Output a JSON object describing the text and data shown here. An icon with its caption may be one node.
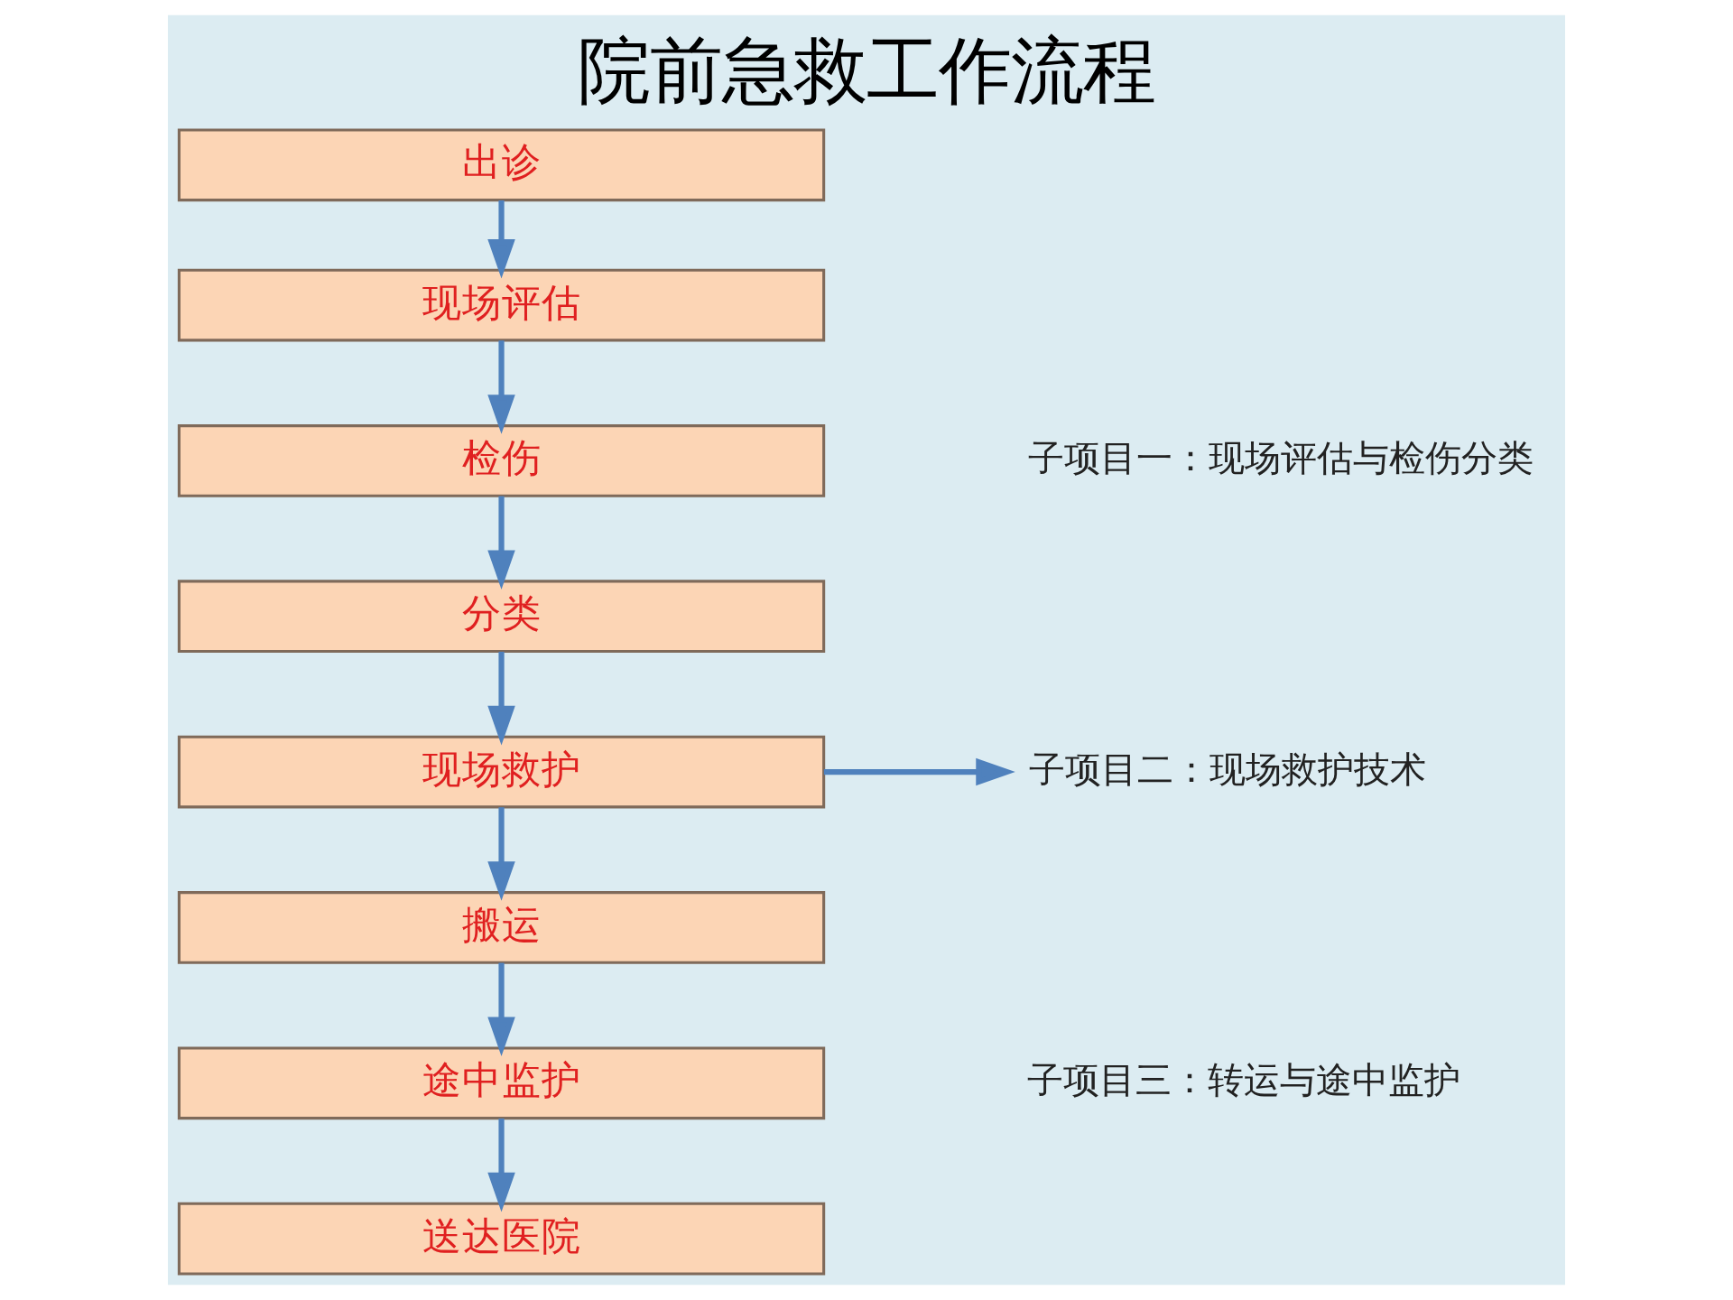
{
  "diagram": {
    "title": "院前急救工作流程",
    "nodes": [
      {
        "text": [
          "出诊"
        ]
      },
      {
        "text": [
          "现场评估"
        ]
      },
      {
        "text": [
          "检伤"
        ]
      },
      {
        "text": [
          "分类"
        ]
      },
      {
        "text": [
          "现场救护"
        ]
      },
      {
        "text": [
          "搬运"
        ]
      },
      {
        "text": [
          "途中监护"
        ]
      },
      {
        "text": [
          "送达医院"
        ]
      },
      {
        "text": [
          "子项目一：现场评估与检伤分类"
        ]
      },
      {
        "text": [
          "子项目二：现场救护技术"
        ]
      },
      {
        "text": [
          "子项目三：转运与途中监护"
        ]
      }
    ],
    "edges": [
      {
        "from": 0,
        "to": 1,
        "arrow": "to"
      },
      {
        "from": 1,
        "to": 2,
        "arrow": "to"
      },
      {
        "from": 2,
        "to": 3,
        "arrow": "to"
      },
      {
        "from": 3,
        "to": 4,
        "arrow": "to"
      },
      {
        "from": 4,
        "to": 5,
        "arrow": "to"
      },
      {
        "from": 5,
        "to": 6,
        "arrow": "to"
      },
      {
        "from": 6,
        "to": 7,
        "arrow": "to"
      },
      {
        "from": 4,
        "to": 9,
        "arrow": "to"
      }
    ]
  }
}
